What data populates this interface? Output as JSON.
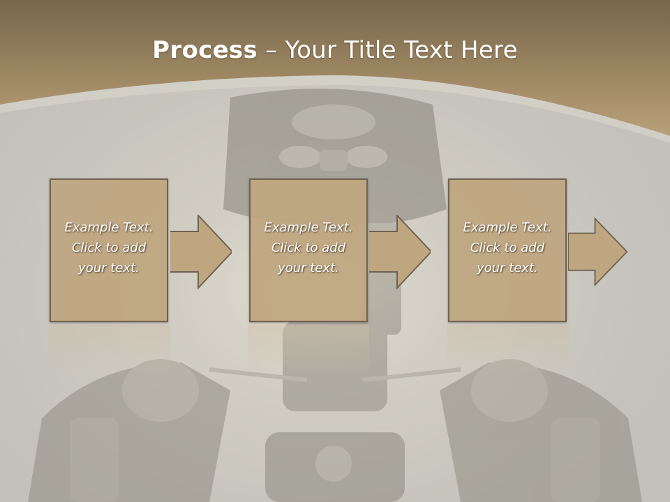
{
  "slide": {
    "title_bold": "Process",
    "title_rest": " – Your Title Text Here",
    "steps": [
      {
        "text": "Example Text.\nClick  to add\nyour text."
      },
      {
        "text": "Example Text.\nClick  to add\nyour text."
      },
      {
        "text": "Example Text.\nClick  to add\nyour text."
      }
    ]
  },
  "colors": {
    "header_band": "#8c7652",
    "box_fill": "#bea680",
    "box_border": "#6f6250",
    "background": "#c4c2bc"
  }
}
